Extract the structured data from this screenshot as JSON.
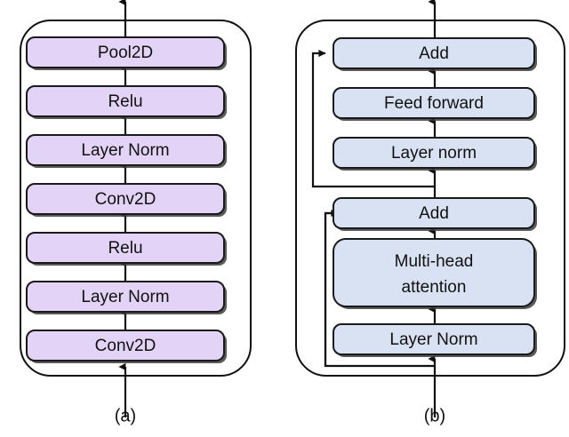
{
  "figure": {
    "type": "block-diagram",
    "background_color": "#ffffff",
    "panel_count": 2
  },
  "panels": [
    {
      "id": "a",
      "caption": "(a)",
      "name": "convolutional-block",
      "box_fill_color": "#e3d3f7",
      "box_stroke_color": "#1a1a1a",
      "flow_direction": "bottom-to-top",
      "has_skip_connections": false,
      "blocks": [
        {
          "label": "Pool2D",
          "order": 7
        },
        {
          "label": "Relu",
          "order": 6
        },
        {
          "label": "Layer Norm",
          "order": 5
        },
        {
          "label": "Conv2D",
          "order": 4
        },
        {
          "label": "Relu",
          "order": 3
        },
        {
          "label": "Layer Norm",
          "order": 2
        },
        {
          "label": "Conv2D",
          "order": 1
        }
      ]
    },
    {
      "id": "b",
      "caption": "(b)",
      "name": "transformer-block",
      "box_fill_color": "#d9e2f3",
      "box_stroke_color": "#1a1a1a",
      "flow_direction": "bottom-to-top",
      "has_skip_connections": true,
      "blocks": [
        {
          "label": "Add",
          "order": 6
        },
        {
          "label": "Feed forward",
          "order": 5
        },
        {
          "label": "Layer norm",
          "order": 4
        },
        {
          "label": "Add",
          "order": 3
        },
        {
          "label": "Multi-head\nattention",
          "order": 2,
          "line1": "Multi-head",
          "line2": "attention"
        },
        {
          "label": "Layer Norm",
          "order": 1
        }
      ],
      "skip_connections": [
        {
          "name": "feed-forward-residual",
          "from_block": "Add",
          "to_block": "Add"
        },
        {
          "name": "attention-residual",
          "from_block": "input",
          "to_block": "Add"
        }
      ]
    }
  ]
}
